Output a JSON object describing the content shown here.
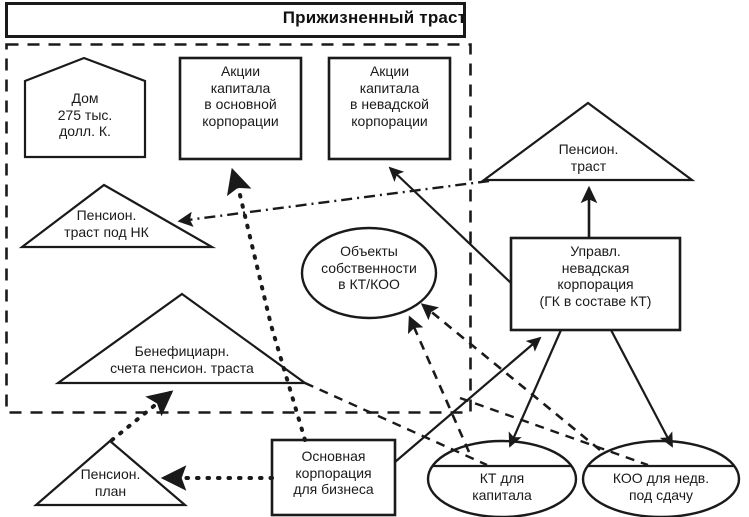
{
  "diagram": {
    "title": "Прижизненный траст",
    "container_label": "Прижизненный траст",
    "nodes": {
      "house": {
        "label": "Дом\n275 тыс.\nдолл. К.",
        "shape": "house"
      },
      "shares_main_corp": {
        "label": "Акции\nкапитала\nв основной\nкорпорации",
        "shape": "rect"
      },
      "shares_nevada_corp": {
        "label": "Акции\nкапитала\nв невадской\nкорпорации",
        "shape": "rect"
      },
      "pension_trust_nk": {
        "label": "Пенсион.\nтраст под НК",
        "shape": "triangle"
      },
      "beneficiary_accounts": {
        "label": "Бенефициарн.\nсчета пенсион. траста",
        "shape": "triangle"
      },
      "property_objects": {
        "label": "Объекты\nсобственности\nв КТ/КОО",
        "shape": "ellipse"
      },
      "pension_trust": {
        "label": "Пенсион.\nтраст",
        "shape": "triangle"
      },
      "nevada_management_corp": {
        "label": "Управл.\nневадская\nкорпорация\n(ГК в составе КТ)",
        "shape": "rect"
      },
      "pension_plan": {
        "label": "Пенсион.\nплан",
        "shape": "triangle"
      },
      "main_business_corp": {
        "label": "Основная\nкорпорация\nдля бизнеса",
        "shape": "rect"
      },
      "kt_capital": {
        "label": "КТ для\nкапитала",
        "shape": "ellipse-split"
      },
      "koo_rental": {
        "label": "КОО для недв.\nпод сдачу",
        "shape": "ellipse-split"
      }
    },
    "edges": [
      {
        "name": "main-corp-to-shares-main",
        "from": "main_business_corp",
        "to": "shares_main_corp",
        "style": "dotted"
      },
      {
        "name": "nevada-mgmt-to-shares-nevada",
        "from": "nevada_management_corp",
        "to": "shares_nevada_corp",
        "style": "solid"
      },
      {
        "name": "pension-trust-to-pension-trust-nk",
        "from": "pension_trust",
        "to": "pension_trust_nk",
        "style": "dash-dot"
      },
      {
        "name": "nevada-mgmt-to-pension-trust",
        "from": "nevada_management_corp",
        "to": "pension_trust",
        "style": "solid"
      },
      {
        "name": "pension-plan-to-beneficiary-accounts",
        "from": "pension_plan",
        "to": "beneficiary_accounts",
        "style": "dotted"
      },
      {
        "name": "main-corp-to-pension-plan",
        "from": "main_business_corp",
        "to": "pension_plan",
        "style": "dotted"
      },
      {
        "name": "kt-capital-to-property-objects",
        "from": "kt_capital",
        "to": "property_objects",
        "style": "dashed"
      },
      {
        "name": "koo-rental-to-property-objects",
        "from": "koo_rental",
        "to": "property_objects",
        "style": "dashed"
      },
      {
        "name": "nevada-mgmt-to-kt-capital",
        "from": "nevada_management_corp",
        "to": "kt_capital",
        "style": "solid"
      },
      {
        "name": "nevada-mgmt-to-koo-rental",
        "from": "nevada_management_corp",
        "to": "koo_rental",
        "style": "solid"
      },
      {
        "name": "main-corp-to-nevada-mgmt",
        "from": "main_business_corp",
        "to": "nevada_management_corp",
        "style": "solid"
      },
      {
        "name": "beneficiary-to-kt-capital",
        "from": "beneficiary_accounts",
        "to": "kt_capital",
        "style": "dashed"
      },
      {
        "name": "beneficiary-to-koo-rental",
        "from": "beneficiary_accounts",
        "to": "koo_rental",
        "style": "dashed"
      }
    ],
    "colors": {
      "stroke": "#1a1a1a",
      "fill": "#ffffff",
      "text": "#1a1a1a",
      "background": "#ffffff"
    }
  }
}
